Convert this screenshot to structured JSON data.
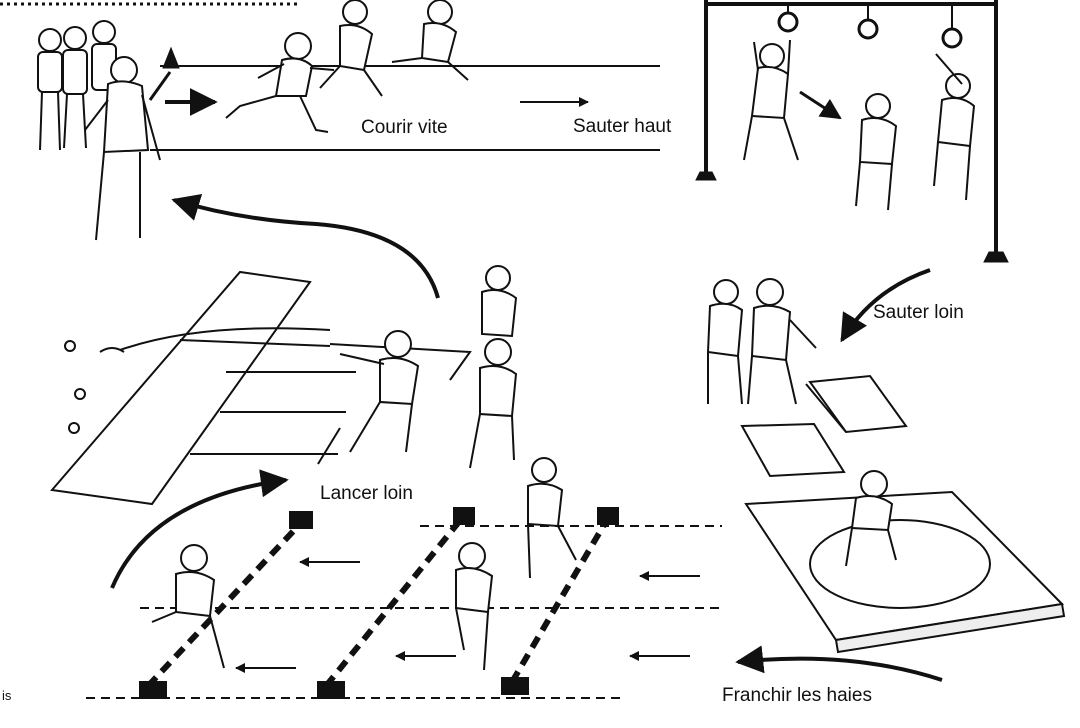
{
  "stations": {
    "courir_vite": "Courir vite",
    "sauter_haut": "Sauter haut",
    "sauter_loin": "Sauter loin",
    "lancer_loin": "Lancer loin",
    "franchir_les_haies": "Franchir les haies"
  },
  "corner_fragment": "is",
  "colors": {
    "ink": "#111111",
    "background": "#ffffff"
  }
}
